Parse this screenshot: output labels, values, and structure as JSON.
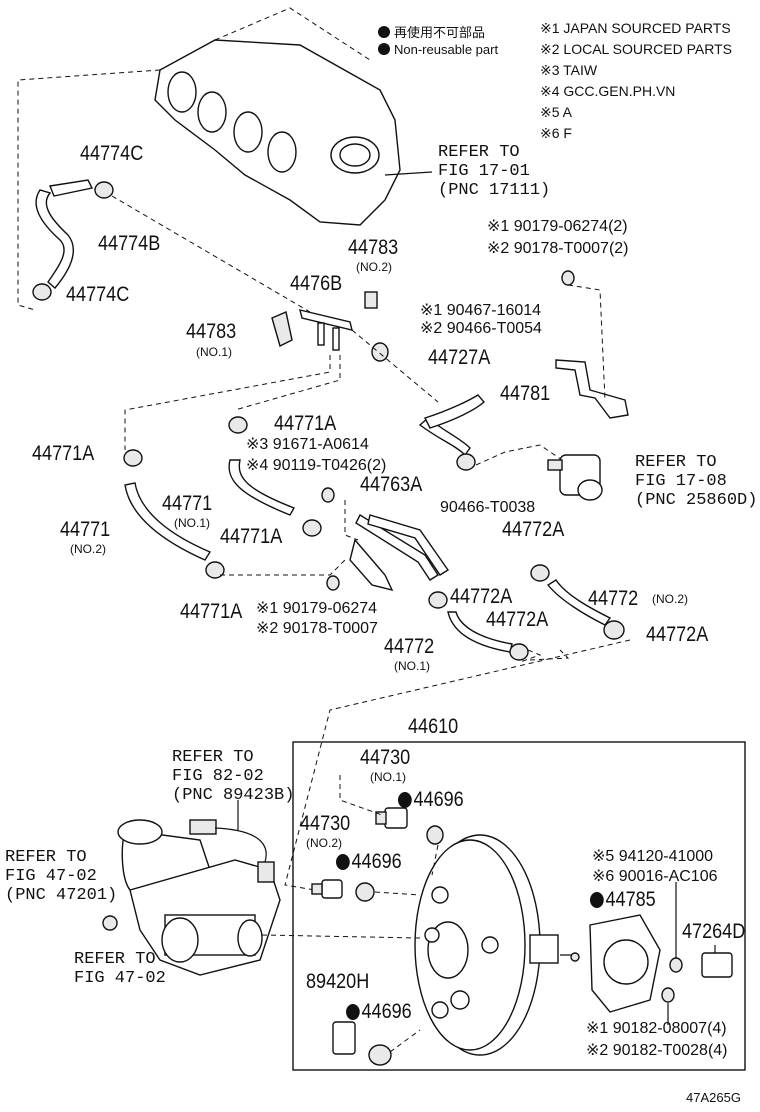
{
  "legend": {
    "nonreusable_jp": "再使用不可部品",
    "nonreusable_en": "Non-reusable part",
    "sources": [
      "※1 JAPAN SOURCED PARTS",
      "※2 LOCAL SOURCED PARTS",
      "※3 TAIW",
      "※4 GCC.GEN.PH.VN",
      "※5 A",
      "※6 F"
    ]
  },
  "refs": {
    "fig1701": [
      "REFER TO",
      "FIG 17-01",
      "(PNC 17111)"
    ],
    "fig1708": [
      "REFER TO",
      "FIG 17-08",
      "(PNC 25860D)"
    ],
    "fig8202": [
      "REFER TO",
      "FIG 82-02",
      "(PNC 89423B)"
    ],
    "fig4702a": [
      "REFER TO",
      "FIG 47-02",
      "(PNC 47201)"
    ],
    "fig4702b": [
      "REFER TO",
      "FIG 47-02"
    ]
  },
  "parts": {
    "p44774C_top": "44774C",
    "p44774B": "44774B",
    "p44774C_bot": "44774C",
    "p44783_no2": "44783",
    "p44783_no2_sub": "(NO.2)",
    "p4476B": "4476B",
    "p44783_no1": "44783",
    "p44783_no1_sub": "(NO.1)",
    "n90179_06274_2": "※1 90179-06274(2)",
    "n90178_T0007_2": "※2 90178-T0007(2)",
    "n90467": "※1 90467-16014",
    "n90466_T0054": "※2 90466-T0054",
    "p44727A": "44727A",
    "p44781": "44781",
    "p44771A_a": "44771A",
    "n91671": "※3 91671-A0614",
    "n90119": "※4 90119-T0426(2)",
    "p44771A_left": "44771A",
    "p44771_no1": "44771",
    "p44771_no1_sub": "(NO.1)",
    "p44763A": "44763A",
    "n90466_T0038": "90466-T0038",
    "p44771_no2": "44771",
    "p44771_no2_sub": "(NO.2)",
    "p44771A_mid": "44771A",
    "p44772A_r1": "44772A",
    "p44772A_c1": "44772A",
    "p44772_no2": "44772",
    "p44772_no2_sub": "(NO.2)",
    "p44771A_bot": "44771A",
    "n90179_06274": "※1 90179-06274",
    "n90178_T0007": "※2 90178-T0007",
    "p44772A_c2": "44772A",
    "p44772_no1": "44772",
    "p44772_no1_sub": "(NO.1)",
    "p44772A_r2": "44772A",
    "p44610": "44610",
    "p44730_no1": "44730",
    "p44730_no1_sub": "(NO.1)",
    "p44696_a": "44696",
    "p44730_no2": "44730",
    "p44730_no2_sub": "(NO.2)",
    "p44696_b": "44696",
    "n94120": "※5 94120-41000",
    "n90016": "※6 90016-AC106",
    "p44785": "44785",
    "p47264D": "47264D",
    "p89420H": "89420H",
    "p44696_c": "44696",
    "n90182_08007": "※1 90182-08007(4)",
    "n90182_T0028": "※2 90182-T0028(4)"
  },
  "diagram_id": "47A265G"
}
